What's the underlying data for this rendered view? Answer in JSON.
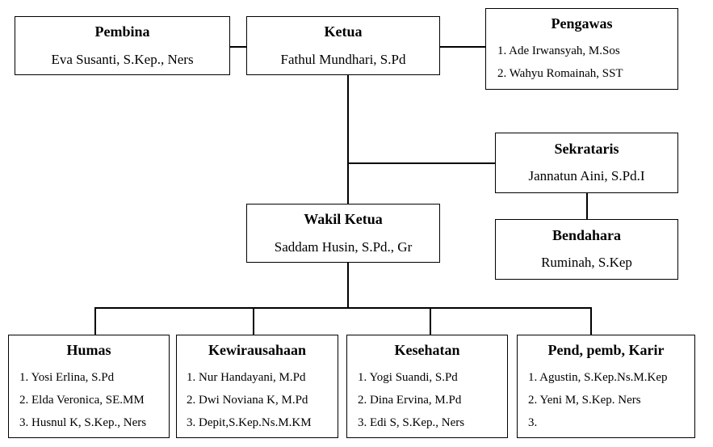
{
  "pembina": {
    "title": "Pembina",
    "name": "Eva Susanti, S.Kep., Ners"
  },
  "ketua": {
    "title": "Ketua",
    "name": "Fathul Mundhari, S.Pd"
  },
  "pengawas": {
    "title": "Pengawas",
    "members": [
      "1. Ade Irwansyah, M.Sos",
      "2. Wahyu Romainah, SST"
    ]
  },
  "sekretaris": {
    "title": "Sekrataris",
    "name": "Jannatun Aini, S.Pd.I"
  },
  "bendahara": {
    "title": "Bendahara",
    "name": "Ruminah, S.Kep"
  },
  "wakil": {
    "title": "Wakil Ketua",
    "name": "Saddam Husin, S.Pd., Gr"
  },
  "divisions": [
    {
      "title": "Humas",
      "members": [
        "1. Yosi Erlina, S.Pd",
        "2. Elda Veronica, SE.MM",
        "3. Husnul K, S.Kep., Ners"
      ]
    },
    {
      "title": "Kewirausahaan",
      "members": [
        "1. Nur Handayani, M.Pd",
        "2. Dwi Noviana K, M.Pd",
        "3. Depit,S.Kep.Ns.M.KM"
      ]
    },
    {
      "title": "Kesehatan",
      "members": [
        "1. Yogi Suandi, S.Pd",
        "2. Dina Ervina, M.Pd",
        "3. Edi S, S.Kep., Ners"
      ]
    },
    {
      "title": "Pend, pemb, Karir",
      "members": [
        "1. Agustin, S.Kep.Ns.M.Kep",
        "2. Yeni M, S.Kep. Ners",
        "3."
      ]
    }
  ]
}
